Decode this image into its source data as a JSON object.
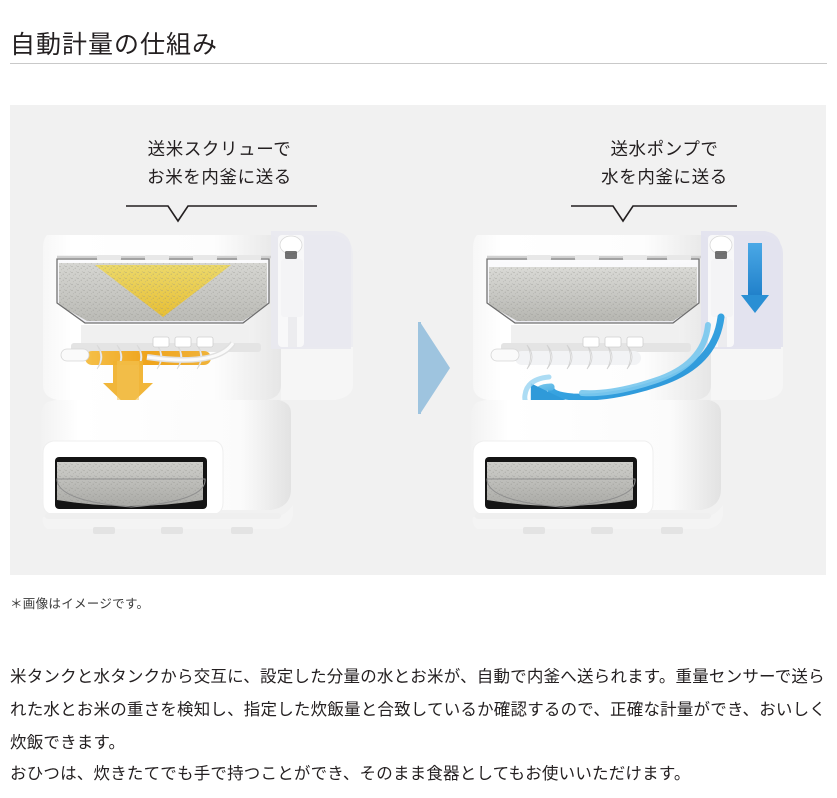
{
  "page": {
    "title": "自動計量の仕組み"
  },
  "figure": {
    "panel_bg": "#f1f1f1",
    "captions": [
      {
        "id": "rice-feed",
        "line1": "送米スクリューで",
        "line2": "お米を内釜に送る"
      },
      {
        "id": "water-feed",
        "line1": "送水ポンプで",
        "line2": "水を内釜に送る"
      }
    ],
    "transition_arrow": {
      "name": "step-arrow",
      "direction": "right",
      "color": "#95c0dd"
    },
    "units": [
      {
        "id": "unit-rice",
        "flow_color": "#f2a71b",
        "flow_label": "rice-flow-arrow",
        "tank_contents": "rice",
        "tank_fill_color": "#c9c9c4",
        "tank_highlight_color": "#e8c84f",
        "screw_color": "#eda421",
        "pot_rice_color": "#b5b5b2"
      },
      {
        "id": "unit-water",
        "flow_color": "#3d9fe0",
        "flow_label": "water-flow-arrow",
        "tank_contents": "rice",
        "tank_fill_color": "#c9c9c4",
        "tank_highlight_color": "#c9c9c4",
        "screw_color": "#eceef0",
        "pot_rice_color": "#b5b5b2",
        "tank_arrow_color": "#2b8fd8"
      }
    ],
    "note": "＊画像はイメージです。"
  },
  "body": {
    "paragraph_1": "米タンクと水タンクから交互に、設定した分量の水とお米が、自動で内釜へ送られます。重量センサーで送られた水とお米の重さを検知し、指定した炊飯量と合致しているか確認するので、正確な計量ができ、おいしく炊飯できます。",
    "paragraph_2": "おひつは、炊きたてでも手で持つことができ、そのまま食器としてもお使いいただけます。"
  }
}
